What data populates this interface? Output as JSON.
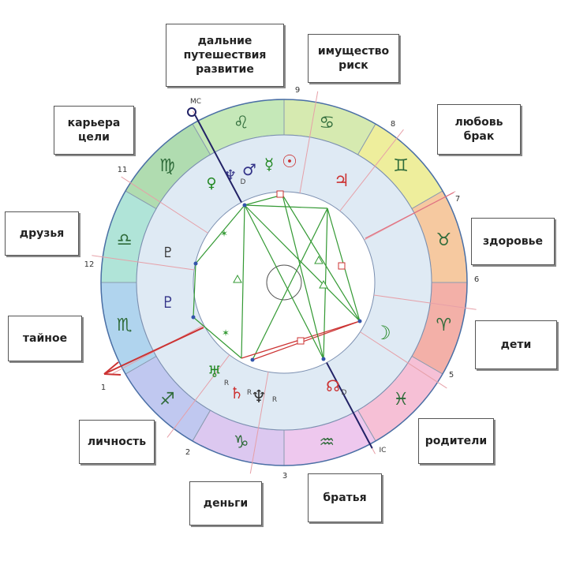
{
  "colors": {
    "aries": "#f3b0a8",
    "taurus": "#f6c9a0",
    "gemini": "#eeee9c",
    "cancer": "#d6eab0",
    "leo": "#c5e8b8",
    "virgo": "#b0dcb0",
    "libra": "#b0e4d8",
    "scorpio": "#b0d4ee",
    "sagittarius": "#c0c8f0",
    "capricorn": "#dcc8f0",
    "aquarius": "#eec8ee",
    "pisces": "#f6c0d6",
    "inner_ring": "#dfeaf4",
    "aspect_red": "#cc3333",
    "aspect_green": "#339933",
    "axis_navy": "#222266"
  },
  "house_boxes": [
    {
      "label": "дальние\nпутешествия\nразвитие"
    },
    {
      "label": "имущество\nриск"
    },
    {
      "label": "любовь\nбрак"
    },
    {
      "label": "здоровье"
    },
    {
      "label": "дети"
    },
    {
      "label": "родители"
    },
    {
      "label": "братья"
    },
    {
      "label": "деньги"
    },
    {
      "label": "личность"
    },
    {
      "label": "тайное"
    },
    {
      "label": "друзья"
    },
    {
      "label": "карьера\nцели"
    }
  ],
  "house_numbers": [
    "9",
    "8",
    "7",
    "6",
    "5",
    "3",
    "2",
    "1",
    "12",
    "11"
  ],
  "axis_labels": {
    "mc": "MC",
    "ic": "IC"
  },
  "zodiac_signs": [
    {
      "name": "leo-icon",
      "glyph": "♌",
      "color": "#2f6b3a"
    },
    {
      "name": "cancer-icon",
      "glyph": "♋",
      "color": "#2f6b3a"
    },
    {
      "name": "gemini-icon",
      "glyph": "♊",
      "color": "#2f6b3a"
    },
    {
      "name": "taurus-icon",
      "glyph": "♉",
      "color": "#2f6b3a"
    },
    {
      "name": "aries-icon",
      "glyph": "♈",
      "color": "#2f6b3a"
    },
    {
      "name": "pisces-icon",
      "glyph": "♓",
      "color": "#2f6b3a"
    },
    {
      "name": "aquarius-icon",
      "glyph": "♒",
      "color": "#2f6b3a"
    },
    {
      "name": "capricorn-icon",
      "glyph": "♑",
      "color": "#2f6b3a"
    },
    {
      "name": "sagittarius-icon",
      "glyph": "♐",
      "color": "#2f6b3a"
    },
    {
      "name": "scorpio-icon",
      "glyph": "♏",
      "color": "#2f6b3a"
    },
    {
      "name": "libra-icon",
      "glyph": "♎",
      "color": "#2f6b3a"
    },
    {
      "name": "virgo-icon",
      "glyph": "♍",
      "color": "#2f6b3a"
    }
  ],
  "planets": [
    {
      "name": "neptune-icon-upper",
      "glyph": "♆",
      "color": "#333388"
    },
    {
      "name": "mars-icon",
      "glyph": "♂",
      "color": "#333388"
    },
    {
      "name": "mercury-icon",
      "glyph": "☿",
      "color": "#228822"
    },
    {
      "name": "sun-icon",
      "glyph": "☉",
      "color": "#cc3333"
    },
    {
      "name": "venus-icon",
      "glyph": "♀",
      "color": "#228822"
    },
    {
      "name": "jupiter-icon",
      "glyph": "♃",
      "color": "#cc3333"
    },
    {
      "name": "moon-icon",
      "glyph": "☽",
      "color": "#228822"
    },
    {
      "name": "node-icon",
      "glyph": "☊",
      "color": "#cc3333"
    },
    {
      "name": "uranus-icon",
      "glyph": "♅",
      "color": "#228822"
    },
    {
      "name": "saturn-icon",
      "glyph": "♄",
      "color": "#cc3333"
    },
    {
      "name": "neptune-icon-lower",
      "glyph": "♆",
      "color": "#333333"
    },
    {
      "name": "pluto-icon",
      "glyph": "♇",
      "color": "#333333"
    },
    {
      "name": "pluto-alt-icon",
      "glyph": "♇",
      "color": "#333388"
    }
  ],
  "planet_tags": [
    {
      "text": "D"
    },
    {
      "text": "R"
    },
    {
      "text": "R"
    },
    {
      "text": "R"
    },
    {
      "text": "D"
    }
  ]
}
